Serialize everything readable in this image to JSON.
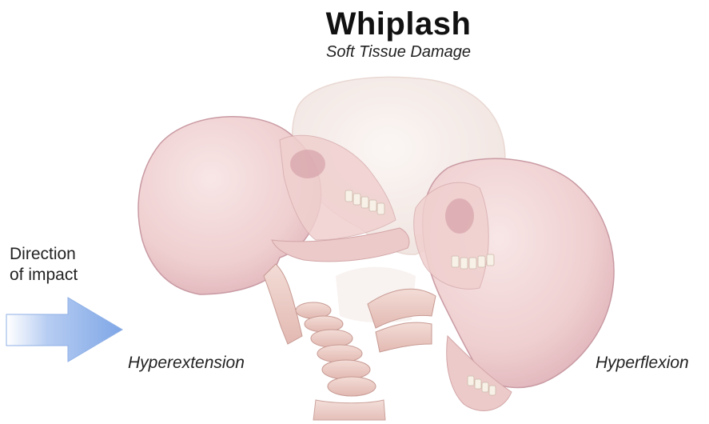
{
  "title": "Whiplash",
  "subtitle": "Soft Tissue Damage",
  "direction_label": [
    "Direction",
    "of impact"
  ],
  "labels": {
    "hyperextension": "Hyperextension",
    "hyperflexion": "Hyperflexion"
  },
  "colors": {
    "arrow": "#7ea6e6",
    "skull": "#f2d3d3",
    "skull_shadow": "#dcaab2",
    "spine": "#efcfc7",
    "ghost_skull": "#f1e6e2"
  },
  "icons": [
    "arrow-icon",
    "skull-hyperextension",
    "skull-neutral",
    "skull-hyperflexion",
    "cervical-spine"
  ]
}
